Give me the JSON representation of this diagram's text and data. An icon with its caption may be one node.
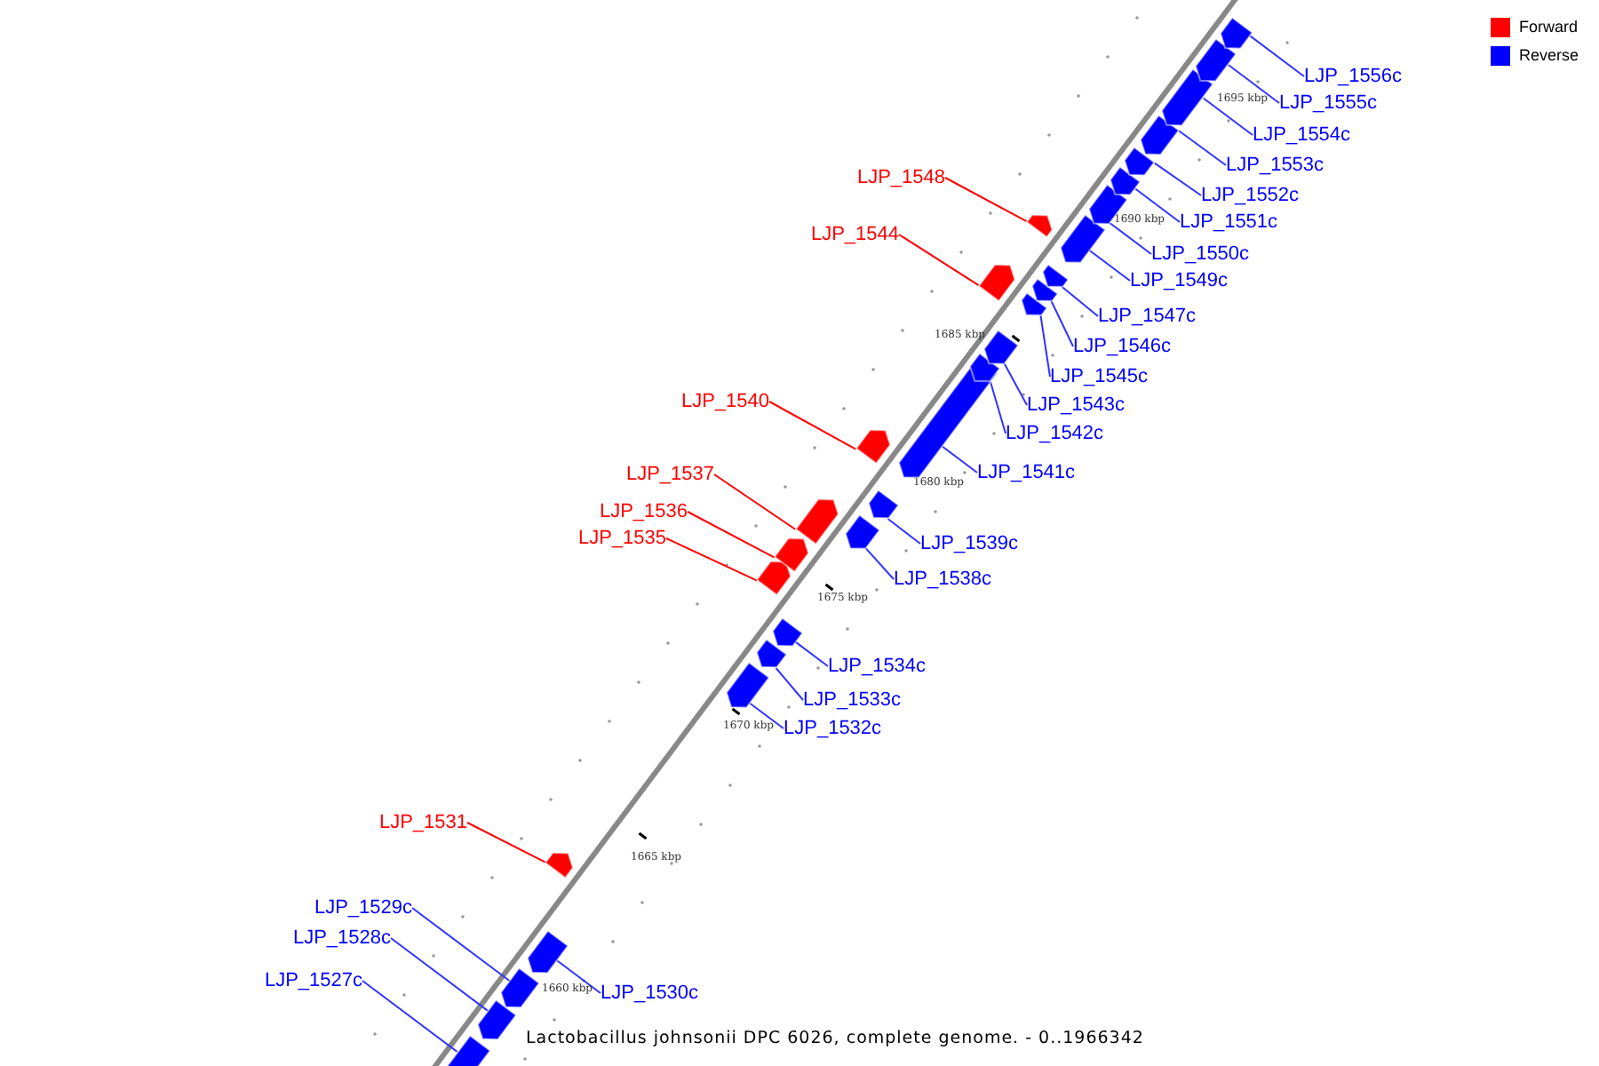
{
  "diagram": {
    "caption": "Lactobacillus johnsonii DPC 6026, complete genome. - 0..1966342",
    "nodes": [
      {
        "text": [
          "LJP_1527c"
        ]
      },
      {
        "text": [
          "LJP_1528c"
        ]
      },
      {
        "text": [
          "LJP_1529c"
        ]
      },
      {
        "text": [
          "LJP_1530c"
        ]
      },
      {
        "text": [
          "LJP_1531"
        ]
      },
      {
        "text": [
          "LJP_1532c"
        ]
      },
      {
        "text": [
          "LJP_1533c"
        ]
      },
      {
        "text": [
          "LJP_1534c"
        ]
      },
      {
        "text": [
          "LJP_1535"
        ]
      },
      {
        "text": [
          "LJP_1536"
        ]
      },
      {
        "text": [
          "LJP_1537"
        ]
      },
      {
        "text": [
          "LJP_1538c"
        ]
      },
      {
        "text": [
          "LJP_1539c"
        ]
      },
      {
        "text": [
          "LJP_1540"
        ]
      },
      {
        "text": [
          "LJP_1541c"
        ]
      },
      {
        "text": [
          "LJP_1542c"
        ]
      },
      {
        "text": [
          "LJP_1543c"
        ]
      },
      {
        "text": [
          "LJP_1544"
        ]
      },
      {
        "text": [
          "LJP_1545c"
        ]
      },
      {
        "text": [
          "LJP_1546c"
        ]
      },
      {
        "text": [
          "LJP_1547c"
        ]
      },
      {
        "text": [
          "LJP_1548"
        ]
      },
      {
        "text": [
          "LJP_1549c"
        ]
      },
      {
        "text": [
          "LJP_1550c"
        ]
      },
      {
        "text": [
          "LJP_1551c"
        ]
      },
      {
        "text": [
          "LJP_1552c"
        ]
      },
      {
        "text": [
          "LJP_1553c"
        ]
      },
      {
        "text": [
          "LJP_1554c"
        ]
      },
      {
        "text": [
          "LJP_1555c"
        ]
      },
      {
        "text": [
          "LJP_1556c"
        ]
      },
      {
        "text": [],
        "shape": "box"
      },
      {
        "text": [],
        "shape": "box"
      },
      {
        "text": [],
        "shape": "box"
      },
      {
        "text": [],
        "shape": "box"
      },
      {
        "text": [],
        "shape": "box"
      },
      {
        "text": [],
        "shape": "box"
      },
      {
        "text": [],
        "shape": "box"
      },
      {
        "text": [],
        "shape": "box"
      },
      {
        "text": [],
        "shape": "box"
      },
      {
        "text": [],
        "shape": "box"
      },
      {
        "text": [],
        "shape": "box"
      },
      {
        "text": [],
        "shape": "box"
      },
      {
        "text": [],
        "shape": "box"
      },
      {
        "text": [],
        "shape": "box"
      },
      {
        "text": [],
        "shape": "box"
      },
      {
        "text": [],
        "shape": "box"
      },
      {
        "text": [],
        "shape": "box"
      },
      {
        "text": [],
        "shape": "box"
      },
      {
        "text": [],
        "shape": "box"
      },
      {
        "text": [],
        "shape": "box"
      },
      {
        "text": [],
        "shape": "box"
      },
      {
        "text": [],
        "shape": "box"
      },
      {
        "text": [],
        "shape": "box"
      },
      {
        "text": [],
        "shape": "box"
      },
      {
        "text": [],
        "shape": "box"
      },
      {
        "text": [],
        "shape": "box"
      },
      {
        "text": [],
        "shape": "box"
      },
      {
        "text": [],
        "shape": "box"
      },
      {
        "text": [],
        "shape": "box"
      },
      {
        "text": [],
        "shape": "box"
      }
    ],
    "edges": [
      {
        "from": 0,
        "to": 30,
        "arrow": "none"
      },
      {
        "from": 1,
        "to": 31,
        "arrow": "none"
      },
      {
        "from": 2,
        "to": 32,
        "arrow": "none"
      },
      {
        "from": 3,
        "to": 33,
        "arrow": "none"
      },
      {
        "from": 4,
        "to": 34,
        "arrow": "none",
        "color": "#ff0000"
      },
      {
        "from": 5,
        "to": 35,
        "arrow": "none"
      },
      {
        "from": 6,
        "to": 36,
        "arrow": "none"
      },
      {
        "from": 7,
        "to": 37,
        "arrow": "none"
      },
      {
        "from": 8,
        "to": 38,
        "arrow": "none",
        "color": "#ff0000"
      },
      {
        "from": 9,
        "to": 39,
        "arrow": "none",
        "color": "#ff0000"
      },
      {
        "from": 10,
        "to": 40,
        "arrow": "none",
        "color": "#ff0000"
      },
      {
        "from": 11,
        "to": 41,
        "arrow": "none"
      },
      {
        "from": 12,
        "to": 42,
        "arrow": "none"
      },
      {
        "from": 13,
        "to": 43,
        "arrow": "none",
        "color": "#ff0000"
      },
      {
        "from": 14,
        "to": 44,
        "arrow": "none"
      },
      {
        "from": 15,
        "to": 45,
        "arrow": "none"
      },
      {
        "from": 16,
        "to": 46,
        "arrow": "none"
      },
      {
        "from": 17,
        "to": 47,
        "arrow": "none",
        "color": "#ff0000"
      },
      {
        "from": 18,
        "to": 48,
        "arrow": "none"
      },
      {
        "from": 19,
        "to": 49,
        "arrow": "none"
      },
      {
        "from": 20,
        "to": 50,
        "arrow": "none"
      },
      {
        "from": 21,
        "to": 51,
        "arrow": "none",
        "color": "#ff0000"
      },
      {
        "from": 22,
        "to": 52,
        "arrow": "none"
      },
      {
        "from": 23,
        "to": 53,
        "arrow": "none"
      },
      {
        "from": 24,
        "to": 54,
        "arrow": "none"
      },
      {
        "from": 25,
        "to": 55,
        "arrow": "none"
      },
      {
        "from": 26,
        "to": 56,
        "arrow": "none"
      },
      {
        "from": 27,
        "to": 57,
        "arrow": "none"
      },
      {
        "from": 28,
        "to": 58,
        "arrow": "none"
      },
      {
        "from": 29,
        "to": 59,
        "arrow": "none"
      }
    ],
    "labels": [
      "1695 kbp",
      "1690 kbp",
      "1685 kbp",
      "1680 kbp",
      "1675 kbp",
      "1670 kbp",
      "1665 kbp",
      "1660 kbp"
    ],
    "legend": [
      {
        "text": "Forward",
        "color": "#ff0000"
      },
      {
        "text": "Reverse",
        "color": "#0000ff"
      }
    ]
  }
}
